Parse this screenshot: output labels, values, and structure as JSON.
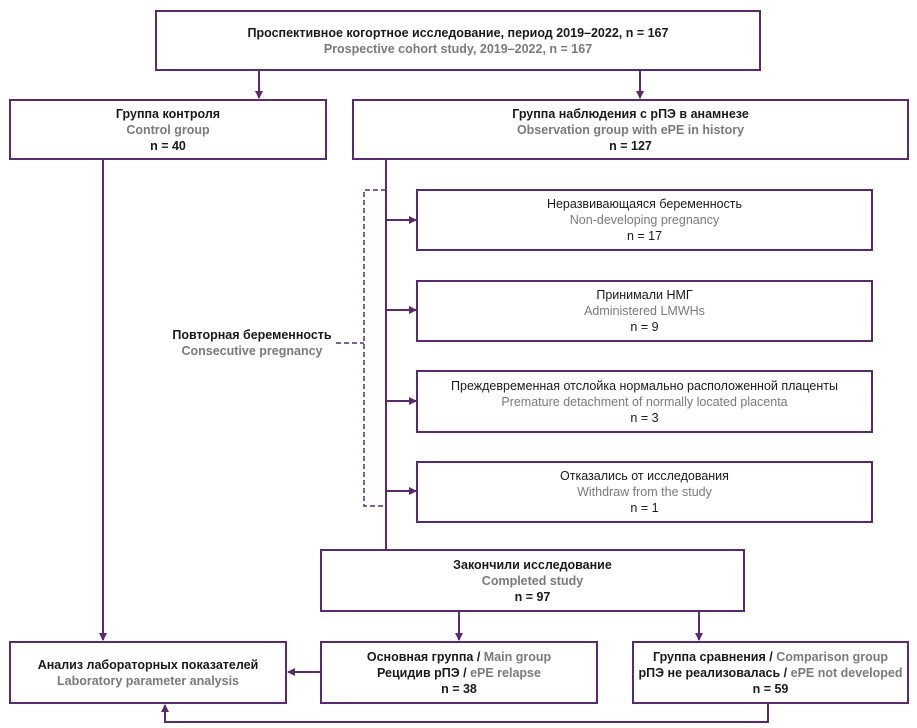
{
  "study": {
    "title_ru": "Проспективное когортное исследование, период 2019–2022, n = 167",
    "title_en": "Prospective cohort study, 2019–2022, n = 167"
  },
  "control": {
    "title_ru": "Группа контроля",
    "title_en": "Control group",
    "n": "n = 40"
  },
  "observation": {
    "title_ru": "Группа наблюдения с рПЭ в анамнезе",
    "title_en": "Observation group with ePE in history",
    "n": "n = 127"
  },
  "exclusions": [
    {
      "ru": "Неразвивающаяся беременность",
      "en": "Non-developing pregnancy",
      "n": "n = 17"
    },
    {
      "ru": "Принимали НМГ",
      "en": "Administered LMWHs",
      "n": "n = 9"
    },
    {
      "ru": "Преждевременная отслойка нормально расположенной плаценты",
      "en": "Premature detachment of normally located placenta",
      "n": "n = 3"
    },
    {
      "ru": "Отказались от исследования",
      "en": "Withdraw from the study",
      "n": "n = 1"
    }
  ],
  "repeat_pregnancy": {
    "ru": "Повторная беременность",
    "en": "Consecutive pregnancy"
  },
  "completed": {
    "ru": "Закончили исследование",
    "en": "Completed study",
    "n": "n = 97"
  },
  "main_group": {
    "ru": "Основная группа",
    "sep": " / ",
    "en": "Main group",
    "sub_ru": "Рецидив рПЭ",
    "sub_sep": " / ",
    "sub_en": "ePE relapse",
    "n": "n = 38"
  },
  "comparison_group": {
    "ru": "Группа сравнения",
    "sep": " / ",
    "en": "Comparison group",
    "sub_ru": "рПЭ не реализовалась",
    "sub_sep": " / ",
    "sub_en": "ePE not developed",
    "n": "n = 59"
  },
  "analysis": {
    "ru": "Анализ лабораторных показателей",
    "en": "Laboratory parameter analysis"
  },
  "colors": {
    "accent": "#5b2a6e",
    "text": "#1a1a1a",
    "secondary_text": "#7a7a7a"
  }
}
